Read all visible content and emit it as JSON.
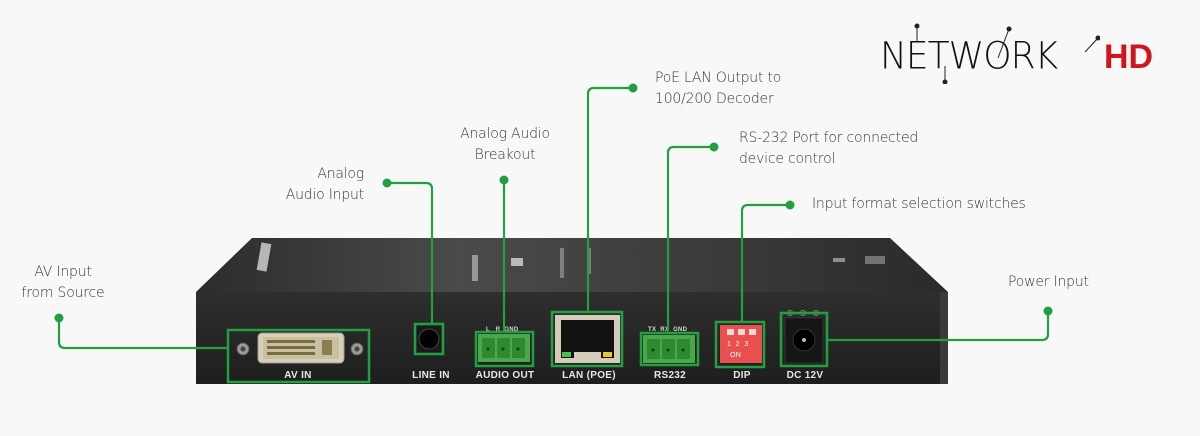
{
  "brand": {
    "name_main": "NETWORK",
    "name_accent": "HD",
    "accent_color": "#d0161d"
  },
  "callout_color": "#22a040",
  "callouts": [
    {
      "id": "av-input",
      "line1": "AV Input",
      "line2": "from Source"
    },
    {
      "id": "analog-audio-input",
      "line1": "Analog",
      "line2": "Audio Input"
    },
    {
      "id": "analog-audio-breakout",
      "line1": "Analog Audio",
      "line2": "Breakout"
    },
    {
      "id": "poe-lan-output",
      "line1": "PoE LAN Output to",
      "line2": "100/200 Decoder"
    },
    {
      "id": "rs232-port",
      "line1": "RS-232 Port for connected",
      "line2": "device control"
    },
    {
      "id": "input-format-switches",
      "line1": "Input format selection switches"
    },
    {
      "id": "power-input",
      "line1": "Power Input"
    }
  ],
  "ports": {
    "av_in": "AV IN",
    "line_in": "LINE IN",
    "audio_out": "AUDIO OUT",
    "audio_out_pins": "L   R  GND",
    "lan": "LAN (POE)",
    "rs232": "RS232",
    "rs232_pins": "TX  RX  GND",
    "dip": "DIP",
    "dip_numbers": "1  2  3",
    "dip_on": "ON",
    "dc": "DC 12V"
  }
}
